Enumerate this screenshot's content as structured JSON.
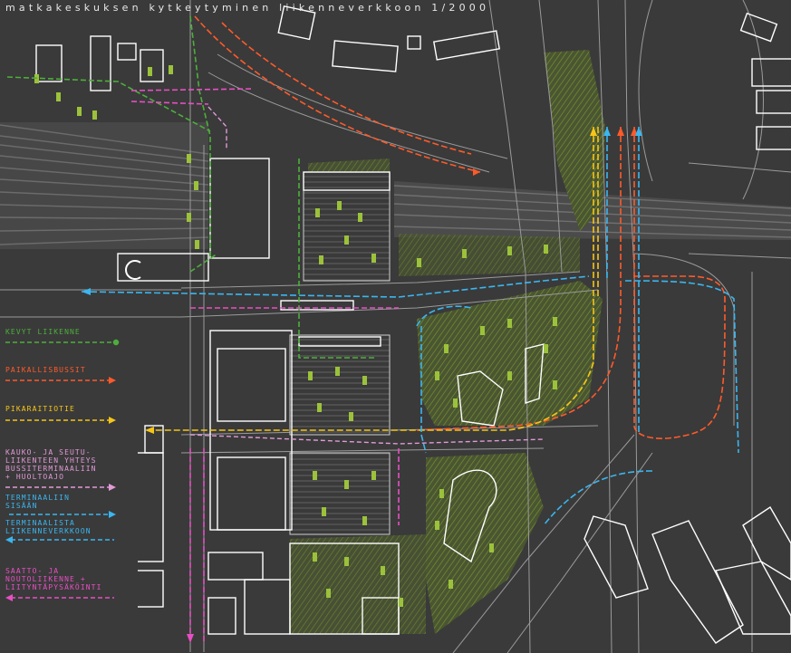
{
  "title": "matkakeskuksen kytkeytyminen liikenneverkkoon 1/2000",
  "colors": {
    "background": "#3a3a3a",
    "road": "#9a9a9a",
    "building": "#ffffff",
    "vegetation": "#7e9a2e",
    "kevyt": "#4caf3a",
    "paikallisbussit": "#ff5a2a",
    "pikaraitiotie": "#f5c518",
    "kauko": "#e29ad8",
    "sisaan": "#3ab6f0",
    "verkkoon": "#3ab6f0",
    "saatto": "#e84fc4"
  },
  "legend": [
    {
      "id": "kevyt",
      "label": "KEVYT LIIKENNE"
    },
    {
      "id": "paikallisbussit",
      "label": "PAIKALLISBUSSIT"
    },
    {
      "id": "pikaraitiotie",
      "label": "PIKARAITIOTIE"
    },
    {
      "id": "kauko",
      "label": "KAUKO- JA SEUTU-\nLIIKENTEEN YHTEYS\nBUSSITERMINAALIIN\n+ HUOLTOAJO"
    },
    {
      "id": "sisaan",
      "label": "TERMINAALIIN\nSISÄÄN"
    },
    {
      "id": "verkkoon",
      "label": "TERMINAALISTA\nLIIKENNEVERKKOON"
    },
    {
      "id": "saatto",
      "label": "SAATTO- JA\nNOUTOLIIKENNE +\nLIITYNTÄPYSÄKÖINTI"
    }
  ]
}
